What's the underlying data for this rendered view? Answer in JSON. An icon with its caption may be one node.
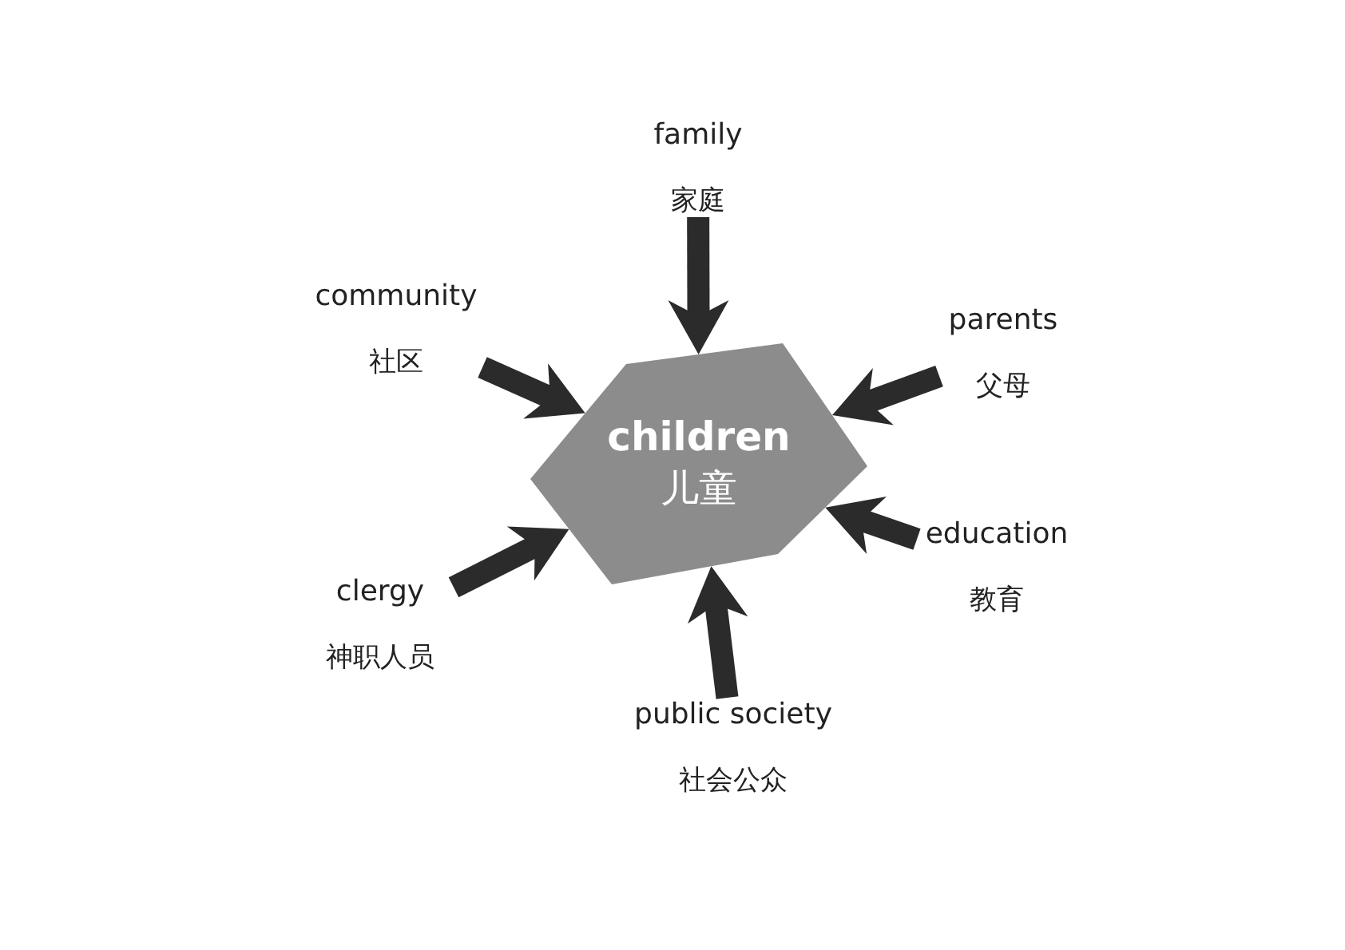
{
  "diagram": {
    "nodes": [
      {
        "text": [
          "children",
          "儿童"
        ]
      },
      {
        "text": [
          "family",
          "家庭"
        ]
      },
      {
        "text": [
          "community",
          "社区"
        ]
      },
      {
        "text": [
          "parents",
          "父母"
        ]
      },
      {
        "text": [
          "clergy",
          "神职人员"
        ]
      },
      {
        "text": [
          "education",
          "教育"
        ]
      },
      {
        "text": [
          "public society",
          "社会公众"
        ]
      }
    ],
    "edges": [
      {
        "from": 1,
        "to": 0,
        "arrow": "to"
      },
      {
        "from": 2,
        "to": 0,
        "arrow": "to"
      },
      {
        "from": 3,
        "to": 0,
        "arrow": "to"
      },
      {
        "from": 4,
        "to": 0,
        "arrow": "to"
      },
      {
        "from": 5,
        "to": 0,
        "arrow": "to"
      },
      {
        "from": 6,
        "to": 0,
        "arrow": "to"
      }
    ]
  }
}
